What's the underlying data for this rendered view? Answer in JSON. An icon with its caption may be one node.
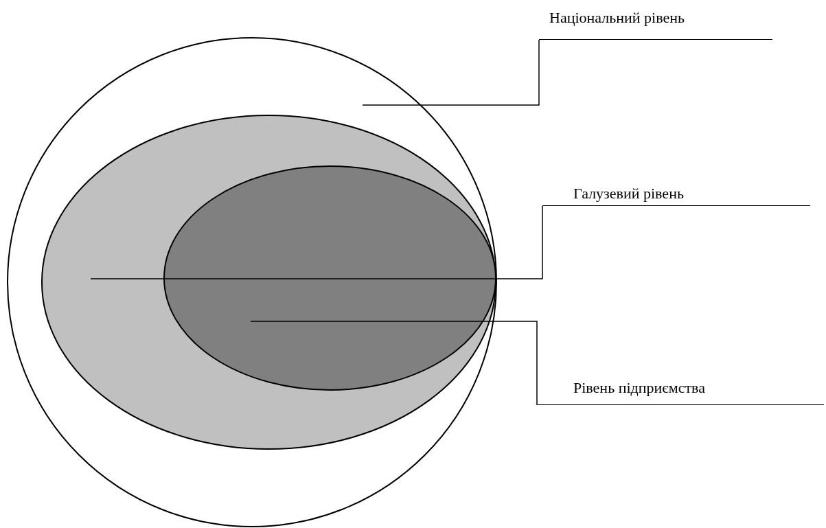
{
  "diagram": {
    "nodes": [
      {
        "text": [],
        "shape": "circle"
      },
      {
        "text": [],
        "shape": "ellipse",
        "in": 0
      },
      {
        "text": [],
        "shape": "ellipse",
        "in": 1
      },
      {
        "text": [
          "Національний рівень"
        ]
      },
      {
        "text": [
          "Галузевий рівень"
        ]
      },
      {
        "text": [
          "Рівень підприємства"
        ]
      }
    ],
    "edges": [
      {
        "from": 3,
        "to": 0,
        "arrow": "none"
      },
      {
        "from": 4,
        "to": 1,
        "arrow": "none"
      },
      {
        "from": 5,
        "to": 2,
        "arrow": "none"
      }
    ]
  }
}
